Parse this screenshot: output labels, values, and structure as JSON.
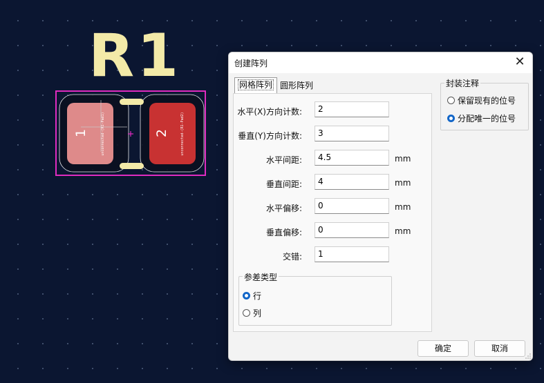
{
  "pcb": {
    "reference": "R1",
    "pad1_number": "1",
    "pad2_number": "2",
    "pad1_net": "unconnected-(R1-Pad1)",
    "pad2_net": "unconnected-(R1-Pad2)",
    "colors": {
      "background": "#0b1631",
      "silkscreen": "#f3eaa8",
      "selection": "#e02cc0",
      "pad1": "#de8a8a",
      "pad2": "#c83232"
    }
  },
  "dialog": {
    "title": "创建阵列",
    "close_icon": "close-icon",
    "tabs": [
      {
        "label": "网格阵列",
        "active": true
      },
      {
        "label": "圆形阵列",
        "active": false
      }
    ],
    "fields": [
      {
        "label": "水平(X)方向计数:",
        "value": "2",
        "unit": ""
      },
      {
        "label": "垂直(Y)方向计数:",
        "value": "3",
        "unit": ""
      },
      {
        "label": "水平间距:",
        "value": "4.5",
        "unit": "mm"
      },
      {
        "label": "垂直间距:",
        "value": "4",
        "unit": "mm"
      },
      {
        "label": "水平偏移:",
        "value": "0",
        "unit": "mm"
      },
      {
        "label": "垂直偏移:",
        "value": "0",
        "unit": "mm"
      },
      {
        "label": "交错:",
        "value": "1",
        "unit": ""
      }
    ],
    "ref_group": {
      "title": "参差类型",
      "options": [
        {
          "label": "行",
          "checked": true
        },
        {
          "label": "列",
          "checked": false
        }
      ]
    },
    "annotation_group": {
      "title": "封装注释",
      "options": [
        {
          "label": "保留现有的位号",
          "checked": false
        },
        {
          "label": "分配唯一的位号",
          "checked": true
        }
      ]
    },
    "buttons": {
      "ok": "确定",
      "cancel": "取消"
    }
  }
}
